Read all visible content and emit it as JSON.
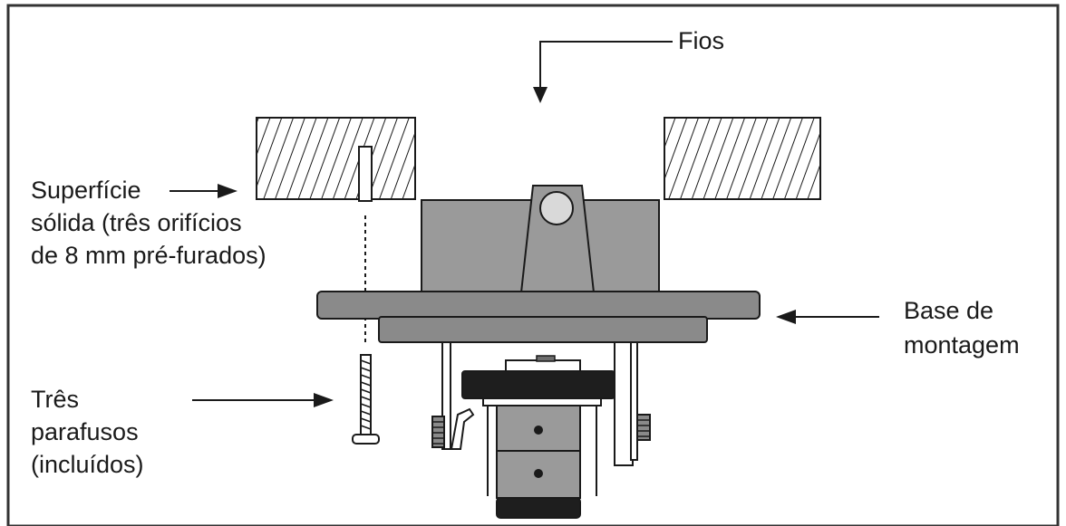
{
  "labels": {
    "wires": "Fios",
    "surface_line1": "Superfície",
    "surface_line2": "sólida (três orifícios",
    "surface_line3": "de 8 mm pré-furados)",
    "base_line1": "Base de",
    "base_line2": "montagem",
    "screws_line1": "Três",
    "screws_line2": "parafusos",
    "screws_line3": "(incluídos)"
  },
  "colors": {
    "frame": "#333333",
    "ink": "#1a1a1a",
    "plate": "#8a8a8a",
    "plate_dark": "#6d6d6d",
    "block": "#9a9a9a",
    "housing_dark": "#1e1e1e",
    "lens_light": "#d9d9d9"
  }
}
